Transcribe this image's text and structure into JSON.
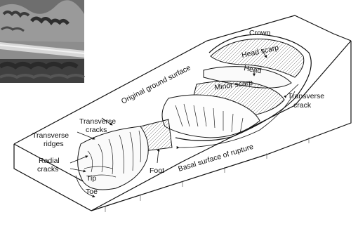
{
  "labels": {
    "crown": "Crown",
    "head_scarp": "Head scarp",
    "head": "Head",
    "minor_scarp": "Minor scarp",
    "transverse_crack_1": "Transverse",
    "transverse_crack_2": "crack",
    "original_ground_surface": "Original ground surface",
    "transverse_cracks_1": "Transverse",
    "transverse_cracks_2": "cracks",
    "transverse_ridges_1": "Transverse",
    "transverse_ridges_2": "ridges",
    "radial_cracks_1": "Radial",
    "radial_cracks_2": "cracks",
    "tip": "Tip",
    "toe": "Toe",
    "foot": "Foot",
    "basal_surface": "Basal surface of rupture"
  },
  "inset_photo": {
    "description_icon": "aerial-photo-icon"
  }
}
